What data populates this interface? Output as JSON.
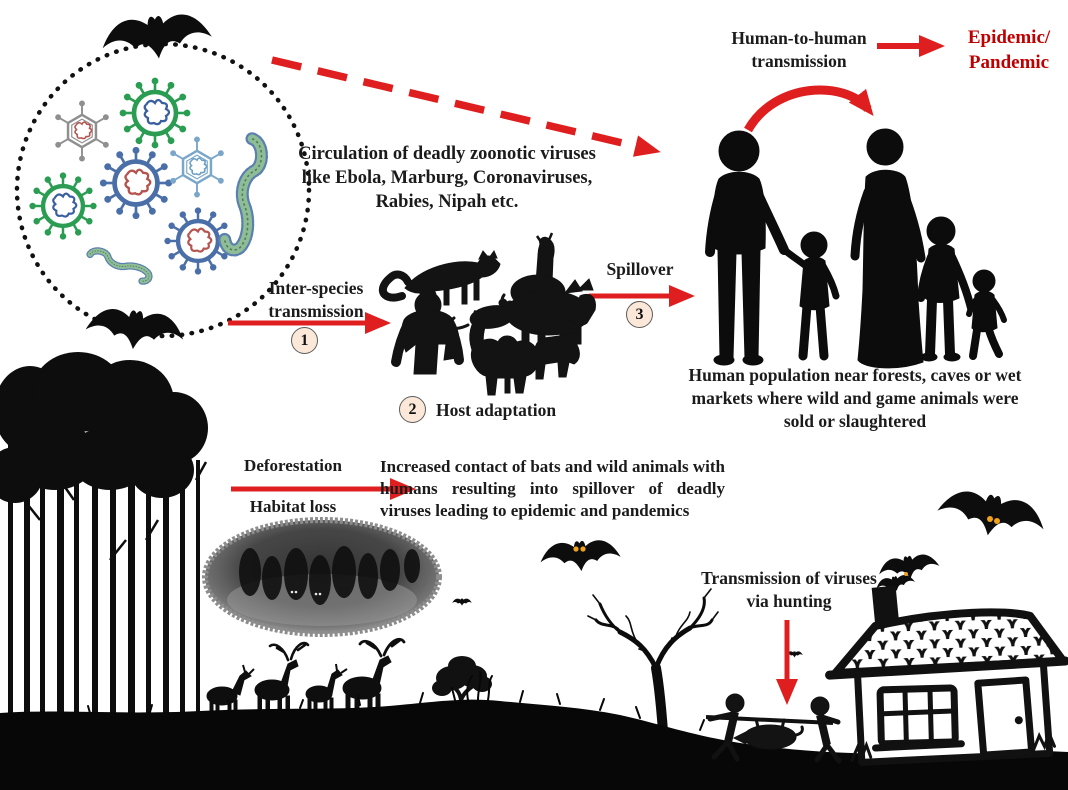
{
  "colors": {
    "arrow_red": "#df1f1f",
    "epidemic_red": "#c00000",
    "badge_bg": "#fbe8d8",
    "badge_border": "#5c5c5c",
    "virus_green": "#2a9d52",
    "virus_blue": "#4a6fa8",
    "virus_gray": "#8f8f8f",
    "genome_red": "#b5534e",
    "genome_blue": "#3a5fa0",
    "filovirus_green": "#8fbe96",
    "filovirus_outline_blue": "#5b7fb0",
    "bat_eye_orange": "#f0a21a",
    "silhouette_black": "#0d0d0d"
  },
  "labels": {
    "circulation": "Circulation of deadly zoonotic viruses like Ebola, Marburg, Coronaviruses, Rabies, Nipah etc.",
    "human_to_human": "Human-to-human transmission",
    "epidemic_line1": "Epidemic/",
    "epidemic_line2": "Pandemic",
    "human_population": "Human population near forests, caves or wet markets where wild and game animals were sold or slaughtered",
    "deforestation": "Deforestation",
    "habitat_loss": "Habitat loss",
    "increased_contact": "Increased contact of bats and wild animals with humans resulting into spillover of deadly viruses leading to epidemic and pandemics",
    "hunting": "Transmission of viruses via hunting"
  },
  "steps": [
    {
      "number": "1",
      "label": "Inter-species transmission"
    },
    {
      "number": "2",
      "label": "Host adaptation"
    },
    {
      "number": "3",
      "label": "Spillover"
    }
  ],
  "icons": {
    "bat-icon": "black bat silhouette svg shape",
    "coronavirus-icon": "spiked ring virus svg shape",
    "hexagonal-virus-icon": "hexagon capsid virus svg shape",
    "filovirus-icon": "curved filament (Ebola-like) virus svg shape",
    "dotted-circle": "dotted circle enclosing viruses and bats",
    "wild-animals-silhouettes": "civet, llama, gorilla, rat, pig, camel, goat silhouettes",
    "family-silhouette": "man, girl, woman, boy, toddler holding hands",
    "forest-silhouette": "tall pine forest",
    "cave-with-bats": "sketched cave with roosting bats",
    "deer-silhouettes": "four deer / stags",
    "dead-tree": "bare leafless tree",
    "house-illustration": "hand-drawn cottage with scalloped roof",
    "hunters-carrying-animal": "two hunters carrying animal on pole",
    "arrow-icon": "red transition arrows (solid, dashed, curved)"
  }
}
